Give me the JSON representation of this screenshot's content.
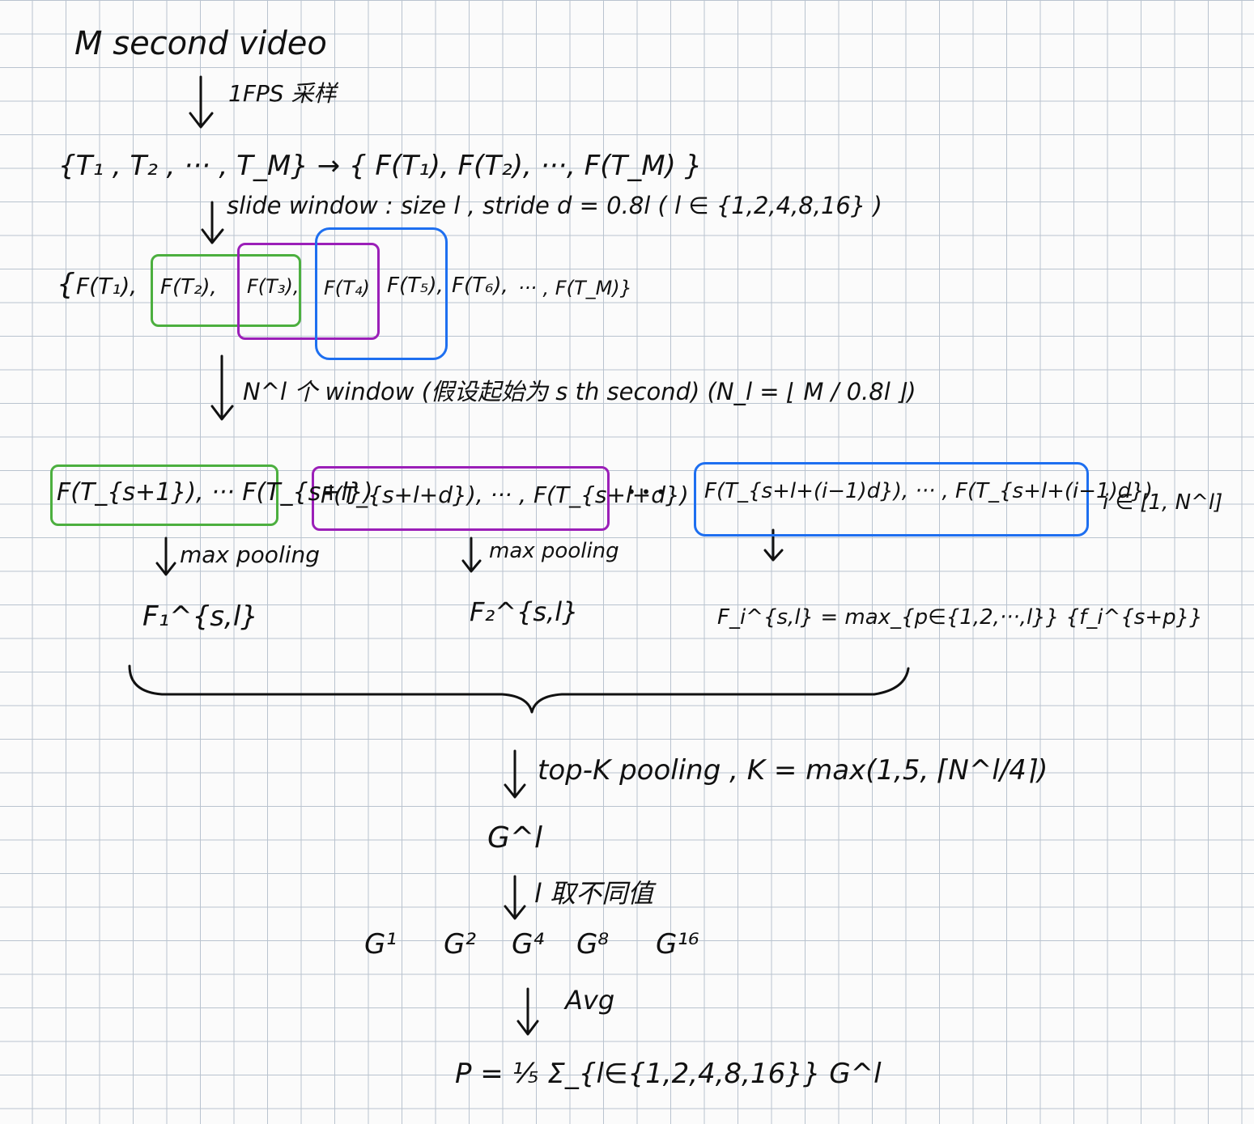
{
  "title": "M second video",
  "steps": {
    "sample": "1FPS 采样",
    "frames_set": "{T₁ , T₂ , ··· , T_M} → { F(T₁), F(T₂), ···, F(T_M) }",
    "slide_window": "slide window : size l , stride d = 0.8l   ( l ∈ {1,2,4,8,16} )",
    "feature_seq": {
      "open": "{",
      "items": [
        "F(T₁),",
        "F(T₂),",
        "F(T₃),",
        "F(T₄)",
        "F(T₅),",
        "F(T₆),",
        "··· , F(T_M)}"
      ]
    },
    "windows": "N^l 个 window  (假设起始为 s th second)  (N_l = ⌊ M / 0.8l ⌋)",
    "window_groups": {
      "first": "F(T_{s+1}), ··· F(T_{s+l})",
      "second": "F(T_{s+l+d}), ··· , F(T_{s+l+d})",
      "ellipsis": "• • •",
      "last": "F(T_{s+l+(i−1)d}), ··· , F(T_{s+l+(i−1)d})",
      "range": "i ∈ [1, N^l]"
    },
    "max_pool_1": "max pooling",
    "max_pool_2": "max pooling",
    "pooled_1": "F₁^{s,l}",
    "pooled_2": "F₂^{s,l}",
    "pooled_i": "F_i^{s,l} = max_{p∈{1,2,···,l}} {f_i^{s+p}}",
    "topk": "top-K pooling ,  K = max(1,5, ⌈N^l/4⌉)",
    "g_l": "G^l",
    "l_values": "l 取不同值",
    "g_list": [
      "G¹",
      "G²",
      "G⁴",
      "G⁸",
      "G¹⁶"
    ],
    "avg": "Avg",
    "final": "P = ⅕ Σ_{l∈{1,2,4,8,16}} G^l"
  },
  "colors": {
    "ink": "#111111",
    "green": "#4caf3f",
    "purple": "#9b1fb8",
    "blue": "#1e6ff0"
  }
}
